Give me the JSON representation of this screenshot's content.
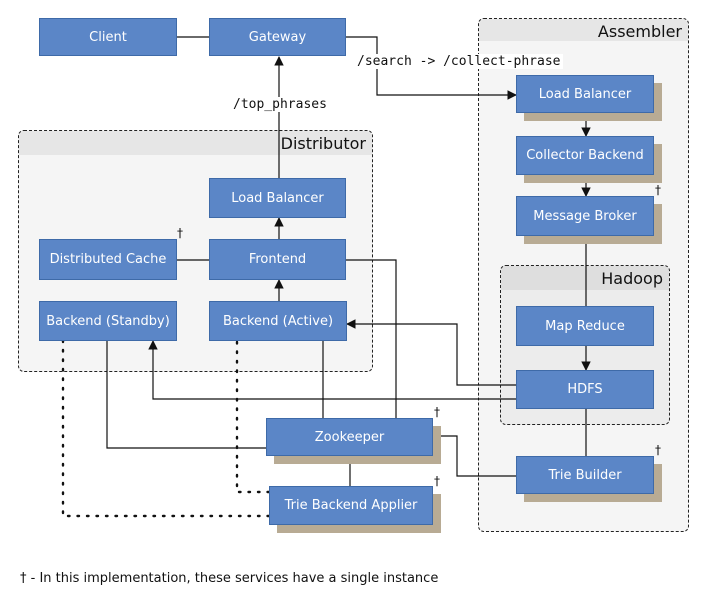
{
  "groups": {
    "assembler": "Assembler",
    "distributor": "Distributor",
    "hadoop": "Hadoop"
  },
  "nodes": {
    "client": "Client",
    "gateway": "Gateway",
    "assembler_load_balancer": "Load Balancer",
    "collector_backend": "Collector Backend",
    "message_broker": "Message Broker",
    "map_reduce": "Map Reduce",
    "hdfs": "HDFS",
    "trie_builder": "Trie Builder",
    "distributor_load_balancer": "Load Balancer",
    "frontend": "Frontend",
    "distributed_cache": "Distributed Cache",
    "backend_standby": "Backend (Standby)",
    "backend_active": "Backend (Active)",
    "zookeeper": "Zookeeper",
    "trie_backend_applier": "Trie Backend Applier"
  },
  "edge_labels": {
    "search_collect": "/search -> /collect-phrase",
    "top_phrases": "/top_phrases"
  },
  "dagger": "†",
  "footnote": "† - In this implementation, these services have a single instance"
}
